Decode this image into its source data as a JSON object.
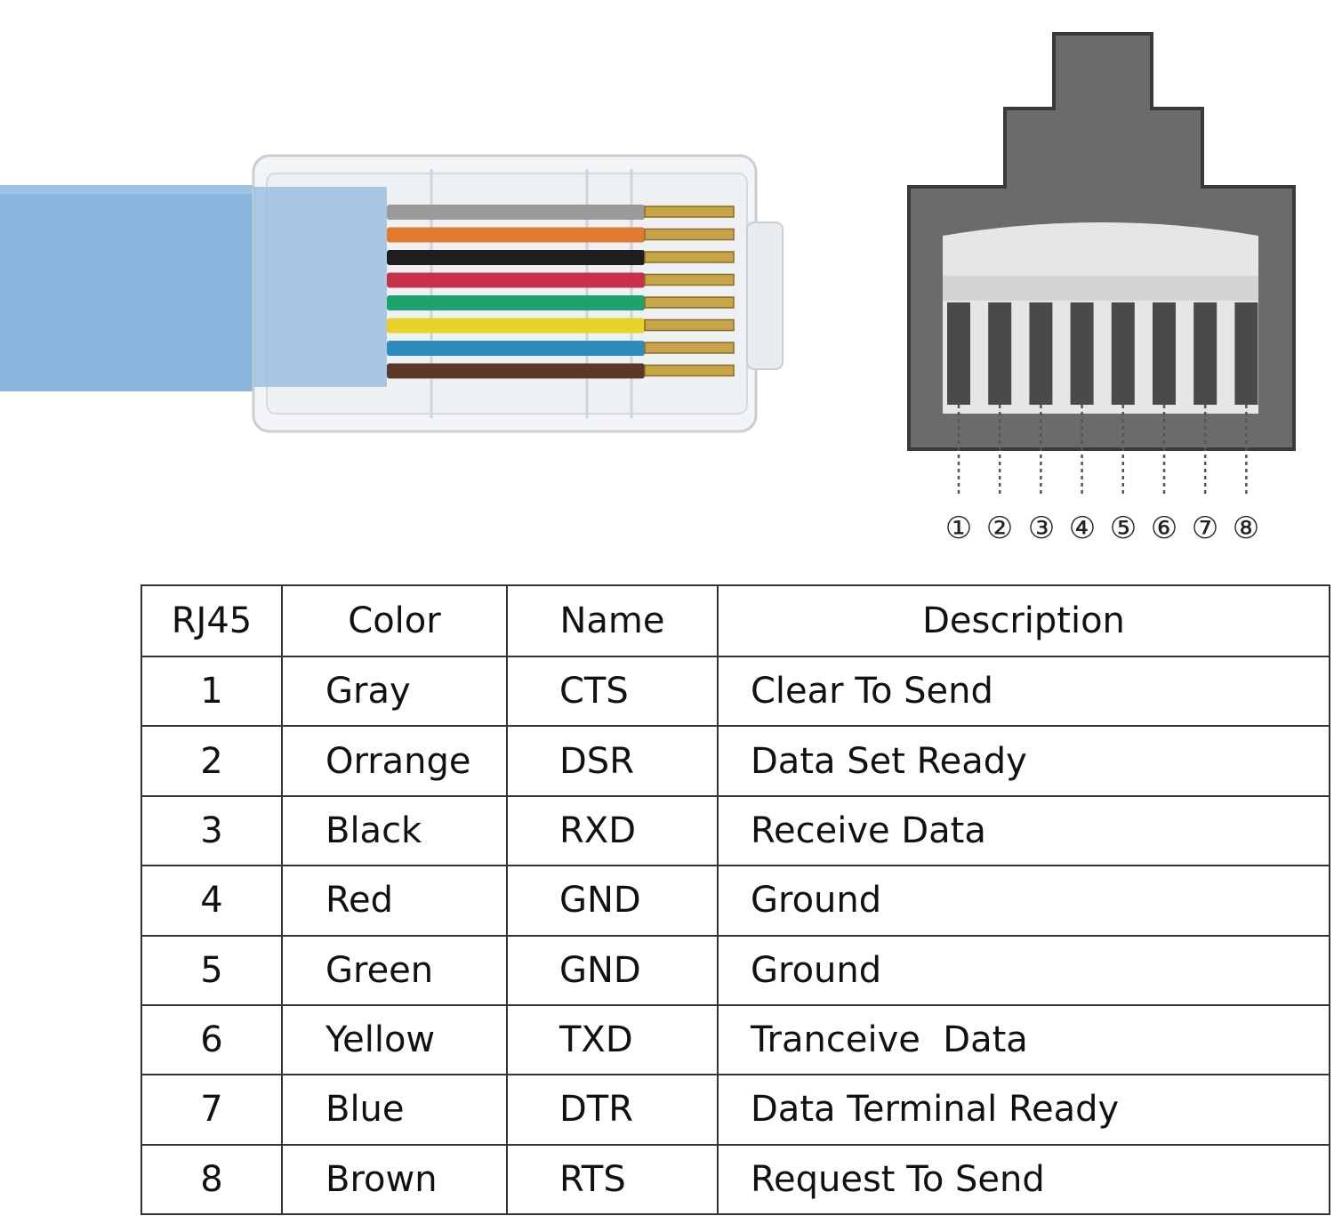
{
  "table": {
    "headers": [
      "RJ45",
      "Color",
      "Name",
      "Description"
    ],
    "rows": [
      {
        "pin": "1",
        "color": "Gray",
        "name": "CTS",
        "description": "Clear To Send"
      },
      {
        "pin": "2",
        "color": "Orrange",
        "name": "DSR",
        "description": "Data Set Ready"
      },
      {
        "pin": "3",
        "color": "Black",
        "name": "RXD",
        "description": "Receive Data"
      },
      {
        "pin": "4",
        "color": "Red",
        "name": "GND",
        "description": "Ground"
      },
      {
        "pin": "5",
        "color": "Green",
        "name": "GND",
        "description": "Ground"
      },
      {
        "pin": "6",
        "color": "Yellow",
        "name": "TXD",
        "description": "Tranceive  Data"
      },
      {
        "pin": "7",
        "color": "Blue",
        "name": "DTR",
        "description": "Data Terminal Ready"
      },
      {
        "pin": "8",
        "color": "Brown",
        "name": "RTS",
        "description": "Request To Send"
      }
    ]
  },
  "diagram": {
    "pin_labels": [
      "①",
      "②",
      "③",
      "④",
      "⑤",
      "⑥",
      "⑦",
      "⑧"
    ]
  },
  "colors": {
    "cable_blue": "#8ab6dd",
    "connector_gray": "#6b6b6b",
    "contact_light": "#e6e6e6",
    "wires": [
      "#9a9a9a",
      "#e07a2e",
      "#1e1e1e",
      "#c8314a",
      "#1fa36d",
      "#e8d12a",
      "#2e8bc0",
      "#5a3a26"
    ]
  }
}
